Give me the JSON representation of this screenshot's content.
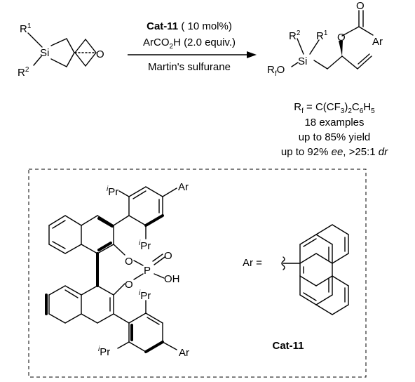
{
  "reaction": {
    "catalyst": "Cat-11",
    "catalyst_loading": "( 10 mol%)",
    "acid_base": "ArCO",
    "acid_sub": "2",
    "acid_rest": "H (2.0 equiv.)",
    "reagent": "Martin's sulfurane"
  },
  "substrate": {
    "r1": "R",
    "r1_sup": "1",
    "r2": "R",
    "r2_sup": "2",
    "si": "Si",
    "o": "O"
  },
  "product": {
    "o_top": "O",
    "ar": "Ar",
    "o_ester": "O",
    "r1": "R",
    "r1_sup": "1",
    "r2": "R",
    "r2_sup": "2",
    "si": "Si",
    "rf": "R",
    "rf_sub": "f",
    "o_si": "O"
  },
  "results": {
    "rf_def": "R",
    "rf_def_sub": "f",
    "rf_def_eq": " = C(CF",
    "rf_def_3": "3",
    "rf_def_mid": ")",
    "rf_def_2": "2",
    "rf_def_c6": "C",
    "rf_def_6": "6",
    "rf_def_h": "H",
    "rf_def_5": "5",
    "examples": "18 examples",
    "yield": "up to 85% yield",
    "ee_pre": "up to 92% ",
    "ee": "ee",
    "dr_mid": ", >25:1 ",
    "dr": "dr"
  },
  "catalyst_structure": {
    "ipr_i": "i",
    "ipr": "Pr",
    "ar_top": "Ar",
    "ar_bottom": "Ar",
    "o1": "O",
    "o2": "O",
    "p": "P",
    "o_double": "O",
    "oh": "OH",
    "ar_def": "Ar =",
    "name": "Cat-11"
  }
}
